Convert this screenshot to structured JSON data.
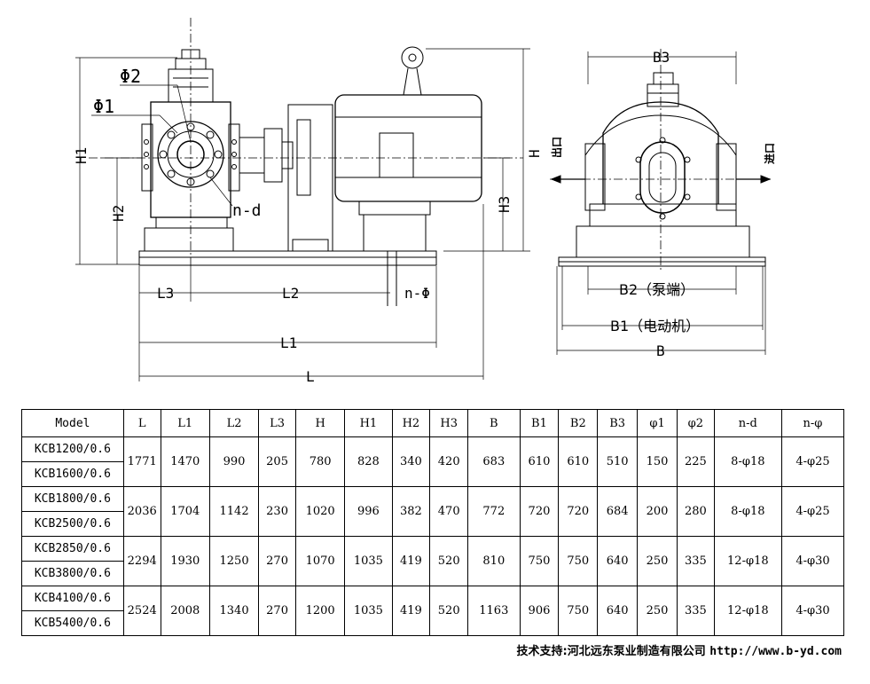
{
  "labels": {
    "phi2": "Φ2",
    "phi1": "Φ1",
    "H1": "H1",
    "H2": "H2",
    "H": "H",
    "H3": "H3",
    "n_d": "n-d",
    "L3": "L3",
    "L2": "L2",
    "n_phi": "n-Φ",
    "L1": "L1",
    "L": "L",
    "B3": "B3",
    "B2": "B2（泵端）",
    "B1": "B1（电动机）",
    "B": "B",
    "outlet": "出口",
    "inlet": "进口"
  },
  "table": {
    "headers": [
      "Model",
      "L",
      "L1",
      "L2",
      "L3",
      "H",
      "H1",
      "H2",
      "H3",
      "B",
      "B1",
      "B2",
      "B3",
      "φ1",
      "φ2",
      "n-d",
      "n-φ"
    ],
    "groups": [
      {
        "models": [
          "KCB1200/0.6",
          "KCB1600/0.6"
        ],
        "values": [
          "1771",
          "1470",
          "990",
          "205",
          "780",
          "828",
          "340",
          "420",
          "683",
          "610",
          "610",
          "510",
          "150",
          "225",
          "8-φ18",
          "4-φ25"
        ]
      },
      {
        "models": [
          "KCB1800/0.6",
          "KCB2500/0.6"
        ],
        "values": [
          "2036",
          "1704",
          "1142",
          "230",
          "1020",
          "996",
          "382",
          "470",
          "772",
          "720",
          "720",
          "684",
          "200",
          "280",
          "8-φ18",
          "4-φ25"
        ]
      },
      {
        "models": [
          "KCB2850/0.6",
          "KCB3800/0.6"
        ],
        "values": [
          "2294",
          "1930",
          "1250",
          "270",
          "1070",
          "1035",
          "419",
          "520",
          "810",
          "750",
          "750",
          "640",
          "250",
          "335",
          "12-φ18",
          "4-φ30"
        ]
      },
      {
        "models": [
          "KCB4100/0.6",
          "KCB5400/0.6"
        ],
        "values": [
          "2524",
          "2008",
          "1340",
          "270",
          "1200",
          "1035",
          "419",
          "520",
          "1163",
          "906",
          "750",
          "640",
          "250",
          "335",
          "12-φ18",
          "4-φ30"
        ]
      }
    ]
  },
  "footer": {
    "support": "技术支持:河北远东泵业制造有限公司",
    "url": "http://www.b-yd.com"
  }
}
